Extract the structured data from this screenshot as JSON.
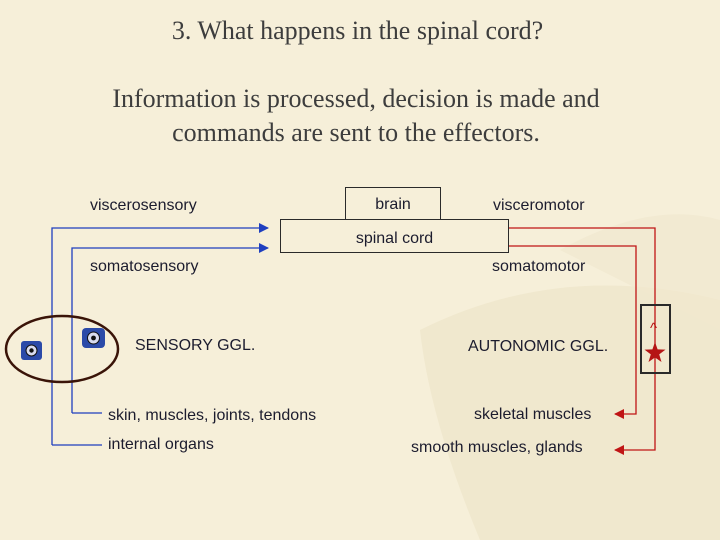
{
  "title": "3. What happens in the spinal cord?",
  "subtitle_line1": "Information is processed, decision is made and",
  "subtitle_line2": "commands are sent to the effectors.",
  "labels": {
    "viscerosensory": "viscerosensory",
    "somatosensory": "somatosensory",
    "brain": "brain",
    "spinal_cord": "spinal cord",
    "visceromotor": "visceromotor",
    "somatomotor": "somatomotor",
    "sensory_ggl": "SENSORY GGL.",
    "autonomic_ggl": "AUTONOMIC GGL.",
    "skin": "skin, muscles,  joints, tendons",
    "internal_organs": "internal organs",
    "skeletal_muscles": "skeletal muscles",
    "smooth_muscles": "smooth muscles, glands",
    "ganglion_caret": "^"
  },
  "colors": {
    "background": "#f5eed7",
    "sensory_line": "#1f3fbf",
    "motor_line": "#c01515",
    "ellipse": "#3a1408",
    "neuron_fill": "#2b4aa8"
  }
}
